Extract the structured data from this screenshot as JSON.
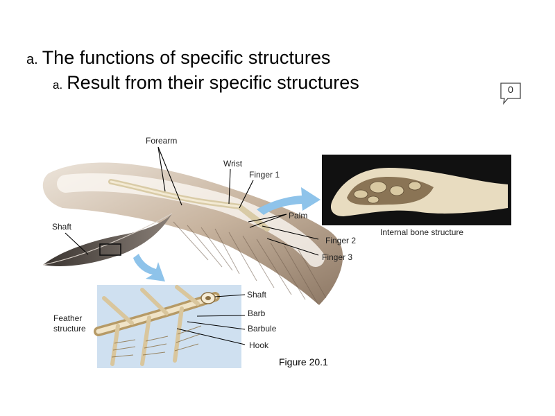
{
  "slide": {
    "bullet1_marker": "a.",
    "bullet1_text": "The functions of specific structures",
    "bullet2_marker": "a.",
    "bullet2_text": "Result from their specific structures",
    "comment_count": "0"
  },
  "figure": {
    "labels": {
      "forearm": "Forearm",
      "wrist": "Wrist",
      "finger1": "Finger 1",
      "palm": "Palm",
      "shaft_top": "Shaft",
      "finger2": "Finger 2",
      "finger3": "Finger 3",
      "internal_bone": "Internal bone structure",
      "feather_structure_line1": "Feather",
      "feather_structure_line2": "structure",
      "shaft_inset": "Shaft",
      "barb": "Barb",
      "barbule": "Barbule",
      "hook": "Hook"
    },
    "caption": "Figure 20.1"
  },
  "colors": {
    "arrow_blue": "#8ec3ea",
    "inset_bg": "#cfe0f0",
    "photo_bg": "#111111",
    "bone": "#e8dcc0",
    "wing": "#c9b7a2"
  }
}
